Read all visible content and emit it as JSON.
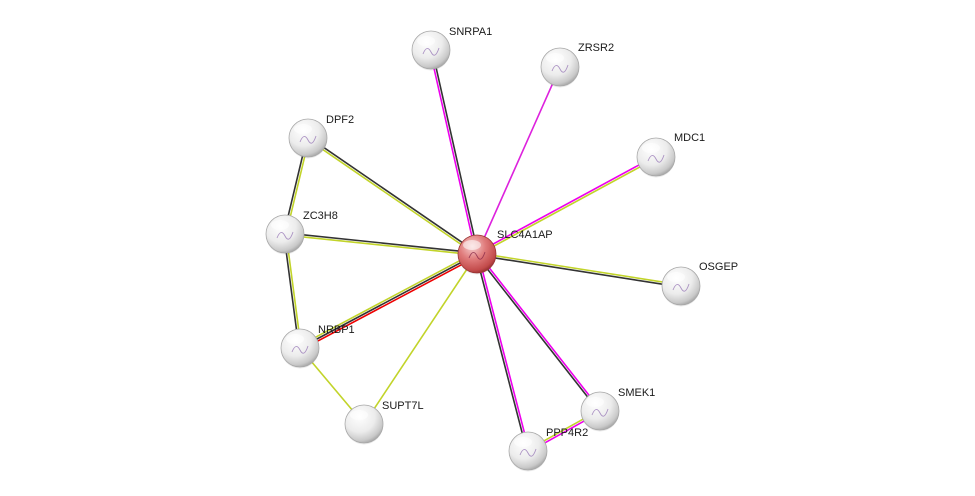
{
  "network": {
    "center": "SLC4A1AP",
    "nodes": [
      {
        "id": "SLC4A1AP",
        "label": "SLC4A1AP",
        "query": true
      },
      {
        "id": "SNRPA1",
        "label": "SNRPA1"
      },
      {
        "id": "ZRSR2",
        "label": "ZRSR2"
      },
      {
        "id": "DPF2",
        "label": "DPF2"
      },
      {
        "id": "MDC1",
        "label": "MDC1"
      },
      {
        "id": "ZC3H8",
        "label": "ZC3H8"
      },
      {
        "id": "OSGEP",
        "label": "OSGEP"
      },
      {
        "id": "NRBP1",
        "label": "NRBP1"
      },
      {
        "id": "SUPT7L",
        "label": "SUPT7L"
      },
      {
        "id": "SMEK1",
        "label": "SMEK1"
      },
      {
        "id": "PPP4R2",
        "label": "PPP4R2"
      }
    ],
    "edges": [
      {
        "source": "SLC4A1AP",
        "target": "SNRPA1",
        "colors": [
          "#ee00ee",
          "#333333"
        ]
      },
      {
        "source": "SLC4A1AP",
        "target": "ZRSR2",
        "colors": [
          "#dd22dd"
        ]
      },
      {
        "source": "SLC4A1AP",
        "target": "DPF2",
        "colors": [
          "#c2d42a",
          "#333333"
        ]
      },
      {
        "source": "SLC4A1AP",
        "target": "MDC1",
        "colors": [
          "#ee00ee",
          "#c2d42a"
        ]
      },
      {
        "source": "SLC4A1AP",
        "target": "ZC3H8",
        "colors": [
          "#c2d42a",
          "#333333"
        ]
      },
      {
        "source": "SLC4A1AP",
        "target": "OSGEP",
        "colors": [
          "#c2d42a",
          "#333333"
        ]
      },
      {
        "source": "SLC4A1AP",
        "target": "NRBP1",
        "colors": [
          "#ee0000",
          "#333333",
          "#c2d42a"
        ]
      },
      {
        "source": "SLC4A1AP",
        "target": "SUPT7L",
        "colors": [
          "#c2d42a"
        ]
      },
      {
        "source": "SLC4A1AP",
        "target": "SMEK1",
        "colors": [
          "#ee00ee",
          "#333333"
        ]
      },
      {
        "source": "SLC4A1AP",
        "target": "PPP4R2",
        "colors": [
          "#ee00ee",
          "#333333"
        ]
      },
      {
        "source": "DPF2",
        "target": "ZC3H8",
        "colors": [
          "#c2d42a",
          "#333333"
        ]
      },
      {
        "source": "ZC3H8",
        "target": "NRBP1",
        "colors": [
          "#c2d42a",
          "#333333"
        ]
      },
      {
        "source": "NRBP1",
        "target": "SUPT7L",
        "colors": [
          "#c2d42a"
        ]
      },
      {
        "source": "SMEK1",
        "target": "PPP4R2",
        "colors": [
          "#ee00ee",
          "#c2d42a"
        ]
      }
    ],
    "colors": {
      "query_node": "#e27a7a",
      "neighbor_node": "#dcdcdc",
      "label": "#1a1a1a"
    }
  }
}
